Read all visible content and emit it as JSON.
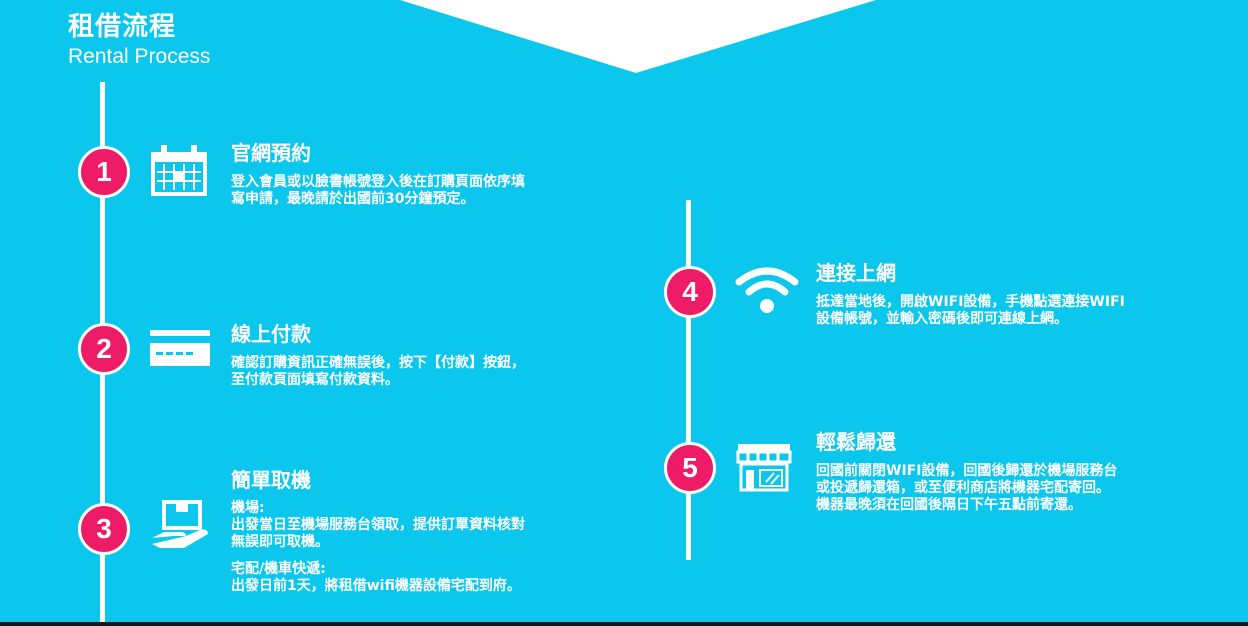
{
  "header": {
    "title": "租借流程",
    "subtitle": "Rental Process"
  },
  "colors": {
    "background": "#0bc7ee",
    "step_circle": "#ee1c67",
    "foreground": "#ffffff"
  },
  "steps": [
    {
      "number": "1",
      "icon": "calendar-icon",
      "title": "官網預約",
      "lines": [
        "登入會員或以臉書帳號登入後在訂購頁面依序填",
        "寫申請，最晚請於出國前30分鐘預定。"
      ]
    },
    {
      "number": "2",
      "icon": "credit-card-icon",
      "title": "線上付款",
      "lines": [
        "確認訂購資訊正確無誤後，按下【付款】按鈕，",
        "至付款頁面填寫付款資料。"
      ]
    },
    {
      "number": "3",
      "icon": "package-hand-icon",
      "title": "簡單取機",
      "airport_label": "機場:",
      "airport_lines": [
        "出發當日至機場服務台領取，提供訂單資料核對",
        "無誤即可取機。"
      ],
      "delivery_label": "宅配/機車快遞:",
      "delivery_lines": [
        "出發日前1天，將租借wifi機器設備宅配到府。"
      ]
    },
    {
      "number": "4",
      "icon": "wifi-icon",
      "title": "連接上網",
      "lines": [
        "抵達當地後，開啟WIFI設備，手機點選連接WIFI",
        "設備帳號，並輸入密碼後即可連線上網。"
      ]
    },
    {
      "number": "5",
      "icon": "store-icon",
      "title": "輕鬆歸還",
      "lines": [
        "回國前關閉WIFI設備，回國後歸還於機場服務台",
        "或投遞歸還箱，或至便利商店將機器宅配寄回。",
        "機器最晚須在回國後隔日下午五點前寄還。"
      ]
    }
  ]
}
